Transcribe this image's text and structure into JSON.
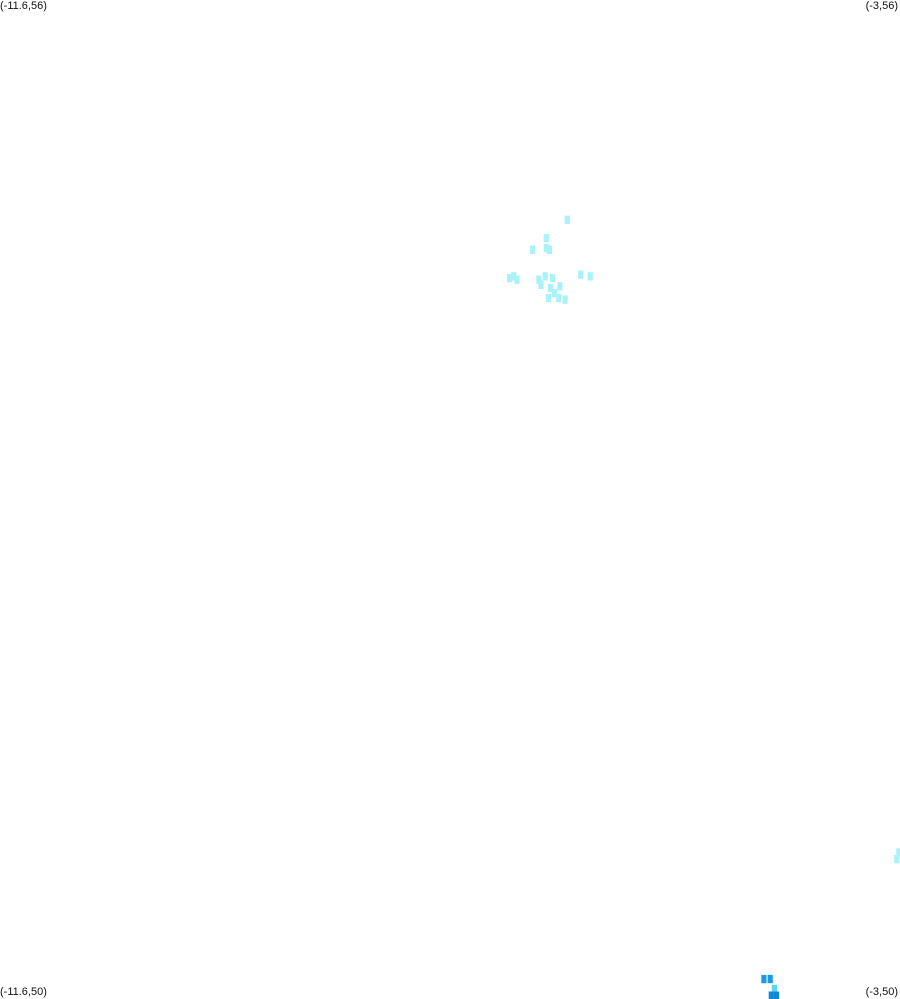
{
  "corners": {
    "top_left": "(-11.6,56)",
    "top_right": "(-3,56)",
    "bottom_left": "(-11.6,50)",
    "bottom_right": "(-3,50)"
  },
  "map": {
    "lon_range": [
      -11.6,
      -3
    ],
    "lat_range": [
      50,
      56
    ],
    "cell_size_deg": 0.05,
    "colors": {
      "light": "#a8f2f8",
      "medium": "#5fd3ef",
      "dark": "#1a9be6",
      "darkest": "#0f88d8"
    },
    "cells": [
      {
        "lon": -6.18,
        "lat": 54.68,
        "level": "light"
      },
      {
        "lon": -6.38,
        "lat": 54.57,
        "level": "light"
      },
      {
        "lon": -6.38,
        "lat": 54.51,
        "level": "light"
      },
      {
        "lon": -6.51,
        "lat": 54.5,
        "level": "light"
      },
      {
        "lon": -6.35,
        "lat": 54.5,
        "level": "light"
      },
      {
        "lon": -6.73,
        "lat": 54.33,
        "level": "light"
      },
      {
        "lon": -6.69,
        "lat": 54.34,
        "level": "light"
      },
      {
        "lon": -6.66,
        "lat": 54.32,
        "level": "light"
      },
      {
        "lon": -6.45,
        "lat": 54.32,
        "level": "light"
      },
      {
        "lon": -6.39,
        "lat": 54.34,
        "level": "light"
      },
      {
        "lon": -6.32,
        "lat": 54.33,
        "level": "light"
      },
      {
        "lon": -6.43,
        "lat": 54.29,
        "level": "light"
      },
      {
        "lon": -6.34,
        "lat": 54.27,
        "level": "light"
      },
      {
        "lon": -6.25,
        "lat": 54.28,
        "level": "light"
      },
      {
        "lon": -6.3,
        "lat": 54.24,
        "level": "light"
      },
      {
        "lon": -6.26,
        "lat": 54.21,
        "level": "light"
      },
      {
        "lon": -6.2,
        "lat": 54.2,
        "level": "light"
      },
      {
        "lon": -6.36,
        "lat": 54.21,
        "level": "light"
      },
      {
        "lon": -6.05,
        "lat": 54.35,
        "level": "light"
      },
      {
        "lon": -5.96,
        "lat": 54.34,
        "level": "light"
      },
      {
        "lon": -3.01,
        "lat": 50.88,
        "level": "light"
      },
      {
        "lon": -3.03,
        "lat": 50.84,
        "level": "light"
      },
      {
        "lon": -4.3,
        "lat": 50.12,
        "level": "dark"
      },
      {
        "lon": -4.24,
        "lat": 50.12,
        "level": "dark"
      },
      {
        "lon": -4.2,
        "lat": 50.06,
        "level": "medium"
      },
      {
        "lon": -4.18,
        "lat": 50.02,
        "level": "darkest"
      },
      {
        "lon": -4.23,
        "lat": 50.02,
        "level": "darkest"
      }
    ]
  }
}
